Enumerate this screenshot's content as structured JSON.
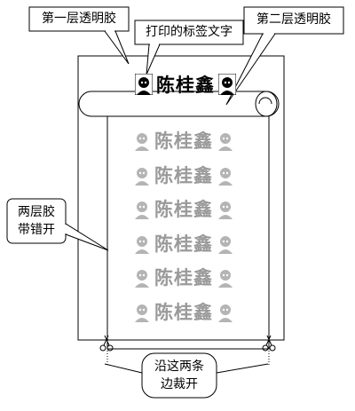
{
  "callouts": {
    "first_layer": "第一层透明胶",
    "printed_label": "打印的标签文字",
    "second_layer": "第二层透明胶",
    "offset_line1": "两层胶",
    "offset_line2": "带错开",
    "cut_line1": "沿这两条",
    "cut_line2": "边裁开"
  },
  "labels": {
    "top_name": "陈桂鑫",
    "repeated_names": [
      "陈桂鑫",
      "陈桂鑫",
      "陈桂鑫",
      "陈桂鑫",
      "陈桂鑫",
      "陈桂鑫"
    ]
  },
  "icons": [
    "portrait-icon",
    "scissors-icon"
  ],
  "colors": {
    "line": "#000000",
    "faded_text": "#9a9a9a",
    "background": "#ffffff"
  }
}
